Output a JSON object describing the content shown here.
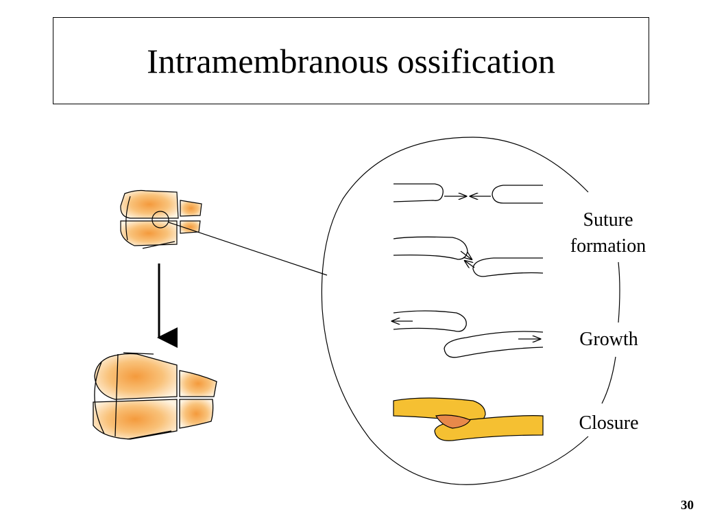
{
  "slide": {
    "title": "Intramembranous ossification",
    "page_number": "30"
  },
  "stages": {
    "suture_formation": [
      "Suture",
      "formation"
    ],
    "growth": "Growth",
    "closure": "Closure"
  },
  "colors": {
    "bone_fill": "#f9b45a",
    "bone_center": "#f5a04a",
    "closure_bone": "#f5c032",
    "closure_fusion": "#e8894a",
    "stroke": "#000000"
  }
}
